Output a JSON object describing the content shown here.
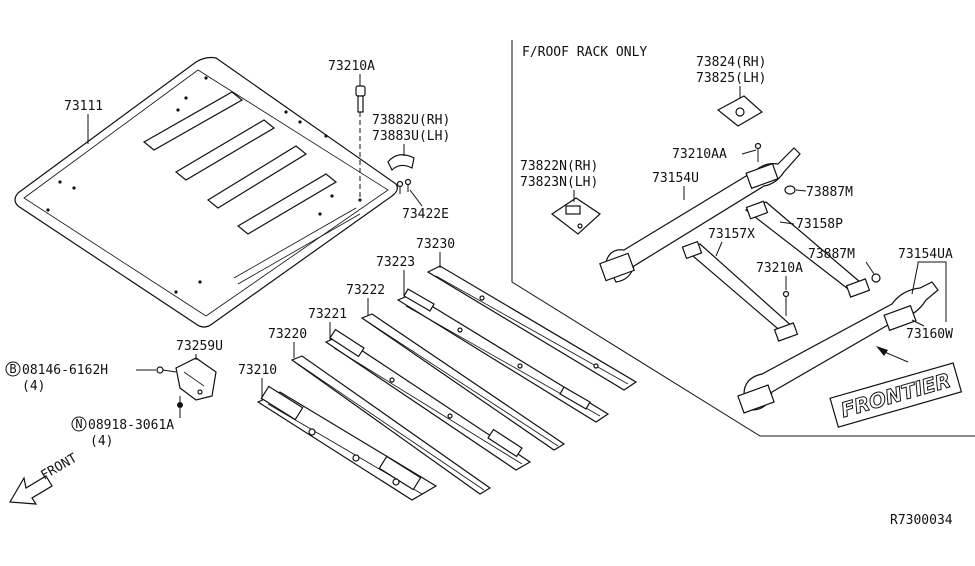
{
  "diagram_id": "R7300034",
  "roof_rack_note": "F/ROOF RACK ONLY",
  "front_arrow_text": "FRONT",
  "frontier_badge_text": "FRONTIER",
  "labels": {
    "p73111": "73111",
    "p73210A_top": "73210A",
    "p73882U": "73882U(RH)",
    "p73883U": "73883U(LH)",
    "p73422E": "73422E",
    "p73824": "73824(RH)",
    "p73825": "73825(LH)",
    "p73822N": "73822N(RH)",
    "p73823N": "73823N(LH)",
    "p73210AA": "73210AA",
    "p73154U": "73154U",
    "p73887M_a": "73887M",
    "p73158P": "73158P",
    "p73157X": "73157X",
    "p73887M_b": "73887M",
    "p73210A_mid": "73210A",
    "p73154UA": "73154UA",
    "p73160W": "73160W",
    "p73230": "73230",
    "p73223": "73223",
    "p73222": "73222",
    "p73221": "73221",
    "p73220": "73220",
    "p73210": "73210",
    "p73259U": "73259U",
    "bolt_marker": "B",
    "bolt_part": "08146-6162H",
    "bolt_qty": "(4)",
    "nut_marker": "N",
    "nut_part": "08918-3061A",
    "nut_qty": "(4)"
  }
}
